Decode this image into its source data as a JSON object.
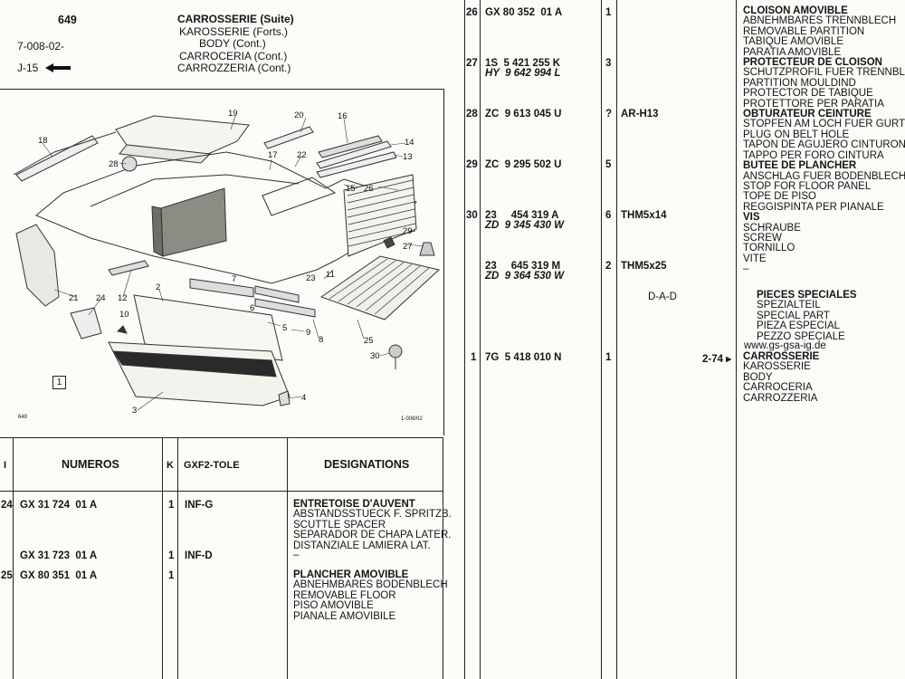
{
  "header": {
    "page_number": "649",
    "ref_code": "7-008-02-",
    "nav": "J-15",
    "titles": [
      "CARROSSERIE (Suite)",
      "KAROSSERIE (Forts.)",
      "BODY (Cont.)",
      "CARROCERIA (Cont.)",
      "CARROZZERIA (Cont.)"
    ]
  },
  "diagram": {
    "box_label": "1",
    "corner_left": "649",
    "corner_right": "1-008/02",
    "callouts": [
      "1",
      "2",
      "3",
      "4",
      "5",
      "6",
      "7",
      "8",
      "9",
      "10",
      "11",
      "12",
      "13",
      "14",
      "15",
      "16",
      "17",
      "18",
      "19",
      "20",
      "21",
      "22",
      "23",
      "24",
      "25",
      "26",
      "27",
      "28",
      "29",
      "30"
    ]
  },
  "table_header": {
    "col_i": "I",
    "col_numeros": "NUMEROS",
    "col_k": "K",
    "col_gxf": "GXF2-TOLE",
    "col_designations": "DESIGNATIONS"
  },
  "left_rows": [
    {
      "index": "24",
      "number": "GX 31 724  01 A",
      "qty": "1",
      "code": "INF-G",
      "desc": [
        "ENTRETOISE D'AUVENT",
        "ABSTANDSSTUECK F. SPRITZB.",
        "SCUTTLE SPACER",
        "SEPARADOR DE CHAPA LATER.",
        "DISTANZIALE LAMIERA LAT."
      ]
    },
    {
      "index": "",
      "number": "GX 31 723  01 A",
      "qty": "1",
      "code": "INF-D",
      "desc": [
        "–"
      ]
    },
    {
      "index": "25",
      "number": "GX 80 351  01 A",
      "qty": "1",
      "code": "",
      "desc": [
        "PLANCHER AMOVIBLE",
        "ABNEHMBARES BODENBLECH",
        "REMOVABLE FLOOR",
        "PISO AMOVIBLE",
        "PIANALE AMOVIBILE"
      ]
    }
  ],
  "right_rows": [
    {
      "index": "26",
      "number": "GX 80 352  01 A",
      "alt": "",
      "qty": "1",
      "code": ""
    },
    {
      "index": "27",
      "number": "1S  5 421 255 K",
      "alt": "HY  9 642 994 L",
      "qty": "3",
      "code": ""
    },
    {
      "index": "28",
      "number": "ZC  9 613 045 U",
      "alt": "",
      "qty": "?",
      "code": "AR-H13"
    },
    {
      "index": "29",
      "number": "ZC  9 295 502 U",
      "alt": "",
      "qty": "5",
      "code": ""
    },
    {
      "index": "30",
      "number": "23     454 319 A",
      "alt": "ZD  9 345 430 W",
      "qty": "6",
      "code": "THM5x14"
    },
    {
      "index": "",
      "number": "23     645 319 M",
      "alt": "ZD  9 364 530 W",
      "qty": "2",
      "code": "THM5x25"
    },
    {
      "index": "1",
      "number": "7G  5 418 010 N",
      "alt": "",
      "qty": "1",
      "code": ""
    }
  ],
  "dad": "D-A-D",
  "nav_ref": "2-74 ▸",
  "right_desc": {
    "d26": [
      "CLOISON AMOVIBLE",
      "ABNEHMBARES TRENNBLECH",
      "REMOVABLE PARTITION",
      "TABIQUE AMOVIBLE",
      "PARATIA AMOVIBLE"
    ],
    "d27": [
      "PROTECTEUR DE CLOISON",
      "SCHUTZPROFIL FUER TRENNBL.",
      "PARTITION MOULDIND",
      "PROTECTOR DE TABIQUE",
      "PROTETTORE PER PARATIA"
    ],
    "d28": [
      "OBTURATEUR CEINTURE",
      "STOPFEN AM LOCH FUER GURT",
      "PLUG ON BELT HOLE",
      "TAPON DE AGUJERO CINTURON",
      "TAPPO PER FORO CINTURA"
    ],
    "d29": [
      "BUTEE DE PLANCHER",
      "ANSCHLAG FUER BODENBLECH",
      "STOP FOR FLOOR PANEL",
      "TOPE DE PISO",
      "REGGISPINTA PER PIANALE"
    ],
    "d30": [
      "VIS",
      "SCHRAUBE",
      "SCREW",
      "TORNILLO",
      "VITE",
      "–"
    ],
    "special": [
      "PIECES SPECIALES",
      "SPEZIALTEIL",
      "SPECIAL PART",
      "PIEZA ESPECIAL",
      "PEZZO SPECIALE"
    ],
    "website": "www.gs-gsa-ig.de",
    "d1": [
      "CARROSSERIE",
      "KAROSSERIE",
      "BODY",
      "CARROCERIA",
      "CARROZZERIA"
    ]
  }
}
